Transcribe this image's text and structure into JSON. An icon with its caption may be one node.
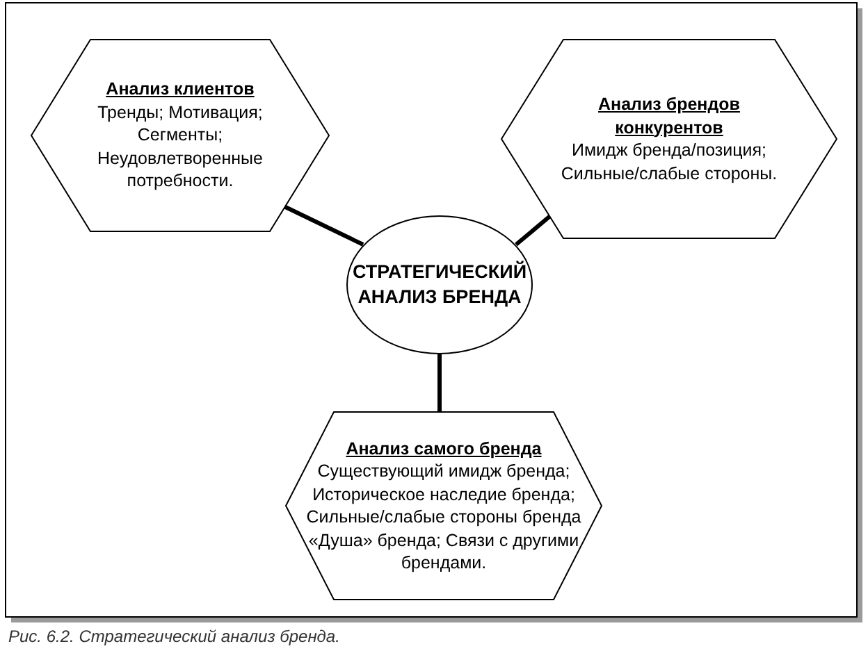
{
  "diagram": {
    "caption": "Рис. 6.2. Стратегический анализ бренда.",
    "nodes": [
      {
        "text": [
          "Анализ клиентов",
          "Тренды; Мотивация; Сегменты; Неудовлетворенные потребности."
        ]
      },
      {
        "text": [
          "Анализ брендов конкурентов",
          "Имидж бренда/позиция; Сильные/слабые стороны."
        ]
      },
      {
        "text": [
          "СТРАТЕГИЧЕСКИЙ АНАЛИЗ БРЕНДА"
        ]
      },
      {
        "text": [
          "Анализ самого бренда",
          "Существующий имидж бренда; Историческое наследие бренда; Сильные/слабые стороны бренда «Душа» бренда; Связи с другими брендами."
        ]
      }
    ],
    "edges": [
      {
        "from": 0,
        "to": 2,
        "arrow": "none"
      },
      {
        "from": 1,
        "to": 2,
        "arrow": "none"
      },
      {
        "from": 2,
        "to": 3,
        "arrow": "none"
      }
    ]
  }
}
